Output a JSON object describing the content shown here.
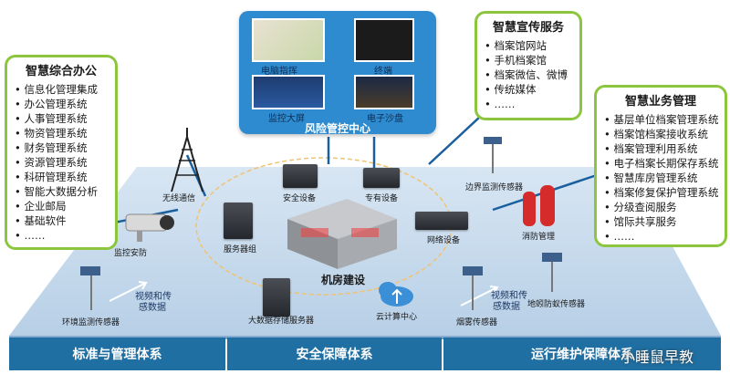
{
  "left_box": {
    "title": "智慧综合办公",
    "items": [
      "信息化管理集成",
      "办公管理系统",
      "人事管理系统",
      "物资管理系统",
      "财务管理系统",
      "资源管理系统",
      "科研管理系统",
      "智能大数据分析",
      "企业邮局",
      "基础软件",
      "……"
    ]
  },
  "center_top": {
    "title": "风险管控中心",
    "labels": [
      "电脑指挥",
      "终端",
      "监控大屏",
      "电子沙盘"
    ]
  },
  "right_top_box": {
    "title": "智慧宣传服务",
    "items": [
      "档案馆网站",
      "手机档案馆",
      "档案微信、微博",
      "传统媒体",
      "……"
    ]
  },
  "right_box": {
    "title": "智慧业务管理",
    "items": [
      "基层单位档案管理系统",
      "档案馆档案接收系统",
      "档案管理利用系统",
      "电子档案长期保存系统",
      "智慧库房管理系统",
      "档案修复保护管理系统",
      "分级查阅服务",
      "馆际共享服务",
      "……"
    ]
  },
  "devices": {
    "wireless": "无线通信",
    "security": "安全设备",
    "dedicated": "专有设备",
    "boundary_sensor": "边界监测传感器",
    "monitor": "监控安防",
    "server_group": "服务器组",
    "network": "网络设备",
    "fire": "消防管理",
    "datacenter": "机房建设",
    "env_sensor": "环境监测传感器",
    "video1": "视频和传",
    "video1b": "感数据",
    "bigdata": "大数据存储服务器",
    "cloud": "云计算中心",
    "smoke": "烟雾传感器",
    "video2": "视频和传",
    "video2b": "感数据",
    "termite": "地蚓防蚁传感器"
  },
  "bottom": [
    "标准与管理体系",
    "安全保障体系",
    "运行维护保障体系"
  ],
  "watermark": "小睡鼠早教"
}
